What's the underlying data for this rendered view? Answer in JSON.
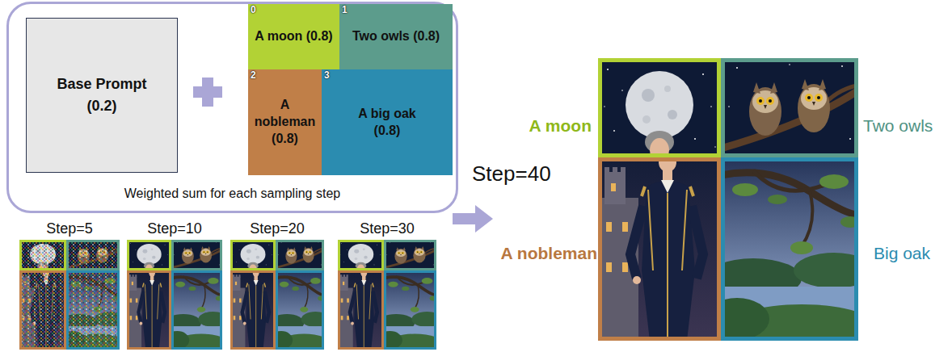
{
  "diagram": {
    "nodes": [
      {
        "text": [
          "Weighted sum for each sampling step"
        ]
      },
      {
        "text": [
          "Base Prompt",
          "(0.2)"
        ],
        "in": 0
      },
      {
        "text": [
          "0",
          "A moon (0.8)"
        ],
        "in": 0
      },
      {
        "text": [
          "1",
          "Two owls (0.8)"
        ],
        "in": 0
      },
      {
        "text": [
          "2",
          "A nobleman (0.8)"
        ],
        "in": 0
      },
      {
        "text": [
          "3",
          "A big oak (0.8)"
        ],
        "in": 0
      },
      {
        "text": [
          "A moon"
        ]
      },
      {
        "text": [
          "Two owls"
        ]
      },
      {
        "text": [
          "A nobleman"
        ]
      },
      {
        "text": [
          "Big oak"
        ]
      }
    ],
    "labels": [
      "Step=40",
      "Step=5",
      "Step=10",
      "Step=20",
      "Step=30"
    ]
  }
}
